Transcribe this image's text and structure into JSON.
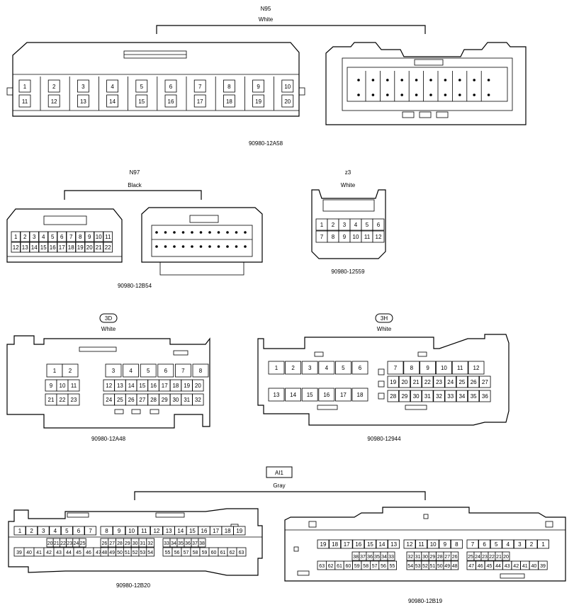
{
  "connectors": {
    "n95": {
      "code": "N95",
      "color": "White",
      "part": "90980-12A58",
      "top": [
        "1",
        "2",
        "3",
        "4",
        "5",
        "6",
        "7",
        "8",
        "9",
        "10"
      ],
      "bottom": [
        "11",
        "12",
        "13",
        "14",
        "15",
        "16",
        "17",
        "18",
        "19",
        "20"
      ]
    },
    "n97": {
      "code": "N97",
      "color": "Black",
      "part": "90980-12B54",
      "top": [
        "1",
        "2",
        "3",
        "4",
        "5",
        "6",
        "7",
        "8",
        "9",
        "10",
        "11"
      ],
      "bottom": [
        "12",
        "13",
        "14",
        "15",
        "16",
        "17",
        "18",
        "19",
        "20",
        "21",
        "22"
      ]
    },
    "z3": {
      "code": "z3",
      "color": "White",
      "part": "90980-12559",
      "top": [
        "1",
        "2",
        "3",
        "4",
        "5",
        "6"
      ],
      "bottom": [
        "7",
        "8",
        "9",
        "10",
        "11",
        "12"
      ]
    },
    "c3d": {
      "code": "3D",
      "color": "White",
      "part": "90980-12A48",
      "left_top": [
        "1",
        "2"
      ],
      "left_mid": [
        "9",
        "10",
        "11"
      ],
      "left_bot": [
        "21",
        "22",
        "23"
      ],
      "right_top": [
        "3",
        "4",
        "5",
        "6",
        "7",
        "8"
      ],
      "right_mid": [
        "12",
        "13",
        "14",
        "15",
        "16",
        "17",
        "18",
        "19",
        "20"
      ],
      "right_bot": [
        "24",
        "25",
        "26",
        "27",
        "28",
        "29",
        "30",
        "31",
        "32"
      ]
    },
    "c3h": {
      "code": "3H",
      "color": "White",
      "part": "90980-12944",
      "left_top": [
        "1",
        "2",
        "3",
        "4",
        "5",
        "6"
      ],
      "left_bot": [
        "13",
        "14",
        "15",
        "16",
        "17",
        "18"
      ],
      "right_top": [
        "7",
        "8",
        "9",
        "10",
        "11",
        "12"
      ],
      "right_mid": [
        "19",
        "20",
        "21",
        "22",
        "23",
        "24",
        "25",
        "26",
        "27"
      ],
      "right_bot": [
        "28",
        "29",
        "30",
        "31",
        "32",
        "33",
        "34",
        "35",
        "36"
      ]
    },
    "ai1": {
      "code": "AI1",
      "color": "Gray",
      "b20": {
        "part": "90980-12B20",
        "g1_top": [
          "1",
          "2",
          "3",
          "4",
          "5",
          "6",
          "7"
        ],
        "g1_mid": [
          "20",
          "21",
          "22",
          "23",
          "24",
          "25"
        ],
        "g1_bot": [
          "39",
          "40",
          "41",
          "42",
          "43",
          "44",
          "45",
          "46",
          "47"
        ],
        "g2_top": [
          "8",
          "9",
          "10",
          "11",
          "12"
        ],
        "g2_mid": [
          "26",
          "27",
          "28",
          "29",
          "30",
          "31",
          "32"
        ],
        "g2_bot": [
          "48",
          "49",
          "50",
          "51",
          "52",
          "53",
          "54"
        ],
        "g3_top": [
          "13",
          "14",
          "15",
          "16",
          "17",
          "18",
          "19"
        ],
        "g3_mid": [
          "33",
          "34",
          "35",
          "36",
          "37",
          "38"
        ],
        "g3_bot": [
          "55",
          "56",
          "57",
          "58",
          "59",
          "60",
          "61",
          "62",
          "63"
        ]
      },
      "b19": {
        "part": "90980-12B19",
        "g1_top": [
          "19",
          "18",
          "17",
          "16",
          "15",
          "14",
          "13"
        ],
        "g1_mid": [
          "38",
          "37",
          "36",
          "35",
          "34",
          "33"
        ],
        "g1_bot": [
          "63",
          "62",
          "61",
          "60",
          "59",
          "58",
          "57",
          "56",
          "55"
        ],
        "g2_top": [
          "12",
          "11",
          "10",
          "9",
          "8"
        ],
        "g2_mid": [
          "32",
          "31",
          "30",
          "29",
          "28",
          "27",
          "26"
        ],
        "g2_bot": [
          "54",
          "53",
          "52",
          "51",
          "50",
          "49",
          "48"
        ],
        "g3_top": [
          "7",
          "6",
          "5",
          "4",
          "3",
          "2",
          "1"
        ],
        "g3_mid": [
          "25",
          "24",
          "23",
          "22",
          "21",
          "20"
        ],
        "g3_bot": [
          "47",
          "46",
          "45",
          "44",
          "43",
          "42",
          "41",
          "40",
          "39"
        ]
      }
    }
  }
}
